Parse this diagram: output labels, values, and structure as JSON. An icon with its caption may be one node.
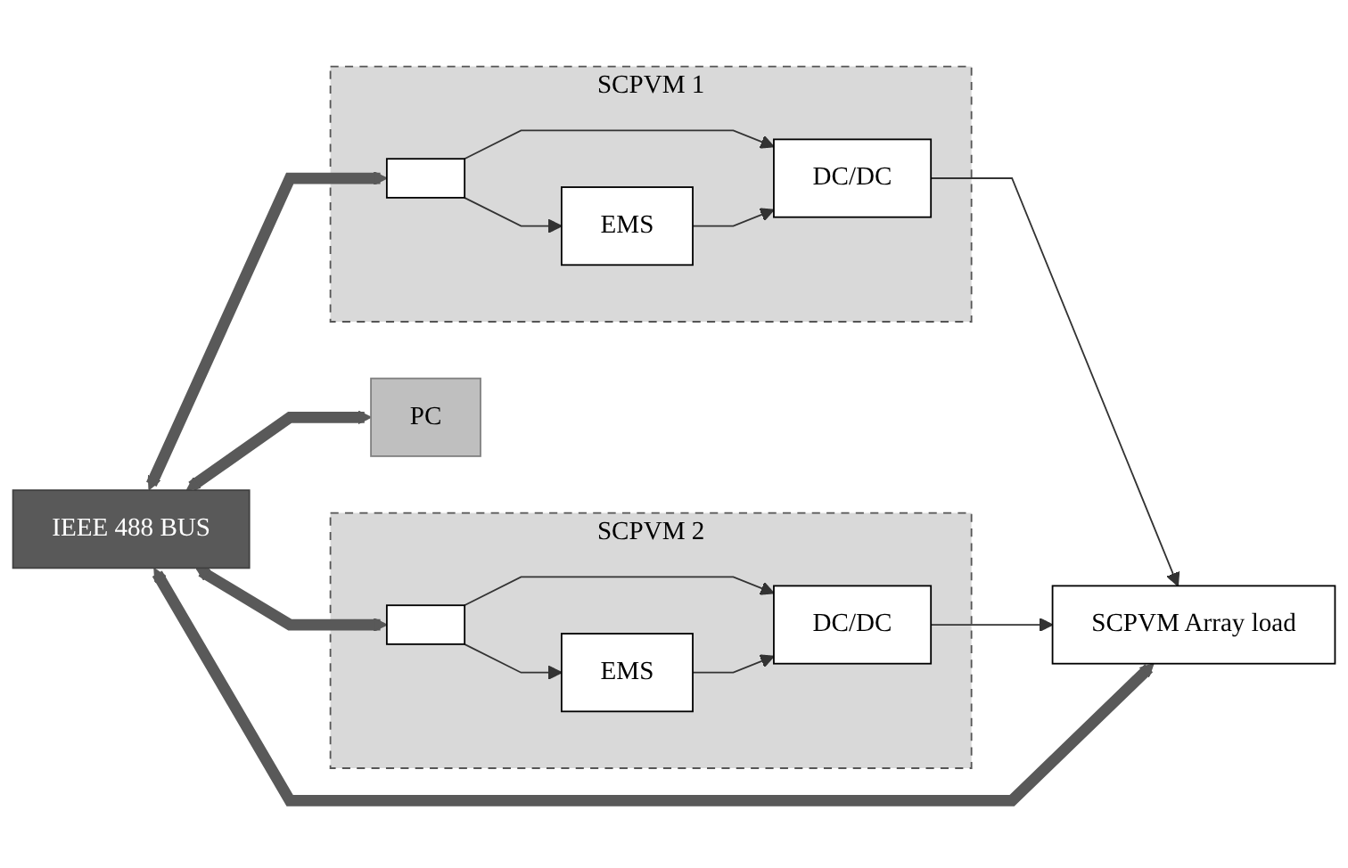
{
  "diagram": {
    "nodes": [
      {
        "text": [
          "IEEE 488 BUS"
        ]
      },
      {
        "text": [
          "SCPVM 1"
        ]
      },
      {
        "text": [],
        "shape": "box",
        "in": 1
      },
      {
        "text": [
          "DC/DC"
        ],
        "in": 1
      },
      {
        "text": [
          "EMS"
        ],
        "in": 1
      },
      {
        "text": [
          "SCPVM 2"
        ]
      },
      {
        "text": [],
        "shape": "box",
        "in": 5
      },
      {
        "text": [
          "DC/DC"
        ],
        "in": 5
      },
      {
        "text": [
          "EMS"
        ],
        "in": 5
      },
      {
        "text": [
          "SCPVM Array load"
        ]
      },
      {
        "text": [
          "PC"
        ]
      }
    ],
    "edges": [
      {
        "from": 0,
        "to": 2,
        "arrow": "both",
        "style": "thick",
        "color": "#595959"
      },
      {
        "from": 2,
        "to": 3,
        "arrow": "to"
      },
      {
        "from": 2,
        "to": 4,
        "arrow": "to"
      },
      {
        "from": 4,
        "to": 3,
        "arrow": "to"
      },
      {
        "from": 0,
        "to": 6,
        "arrow": "both",
        "style": "thick",
        "color": "#595959"
      },
      {
        "from": 6,
        "to": 7,
        "arrow": "to"
      },
      {
        "from": 6,
        "to": 8,
        "arrow": "to"
      },
      {
        "from": 8,
        "to": 7,
        "arrow": "to"
      },
      {
        "from": 3,
        "to": 9,
        "arrow": "to"
      },
      {
        "from": 7,
        "to": 9,
        "arrow": "to"
      },
      {
        "from": 0,
        "to": 9,
        "arrow": "both",
        "style": "thick",
        "color": "#595959"
      },
      {
        "from": 0,
        "to": 10,
        "arrow": "both",
        "style": "thick",
        "color": "#595959"
      }
    ]
  }
}
